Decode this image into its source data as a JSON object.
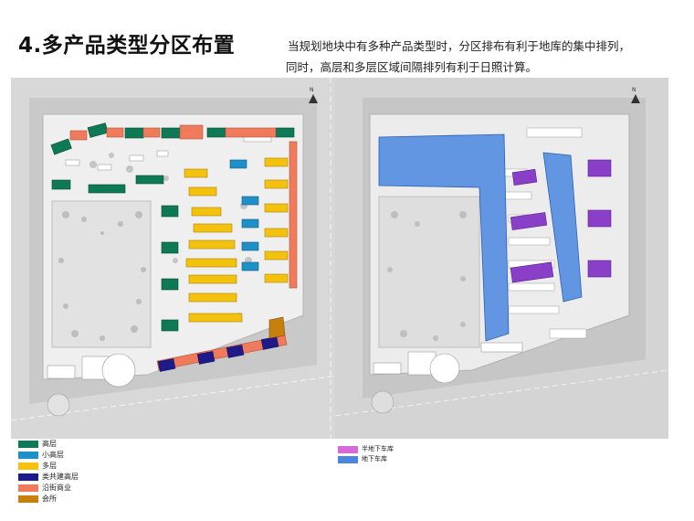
{
  "header": {
    "title": "4.多产品类型分区布置",
    "desc_line1": "当规划地块中有多种产品类型时，分区排布有利于地库的集中排列，",
    "desc_line2": "同时，高层和多层区域间隔排列有利于日照计算。"
  },
  "compass": {
    "north": "N"
  },
  "legend_left": [
    {
      "label": "高层",
      "color": "#0e7a55"
    },
    {
      "label": "小高层",
      "color": "#1e90c8"
    },
    {
      "label": "多层",
      "color": "#f4c10e"
    },
    {
      "label": "类共建高层",
      "color": "#1f1a8a"
    },
    {
      "label": "沿街商业",
      "color": "#f07a5c"
    },
    {
      "label": "会所",
      "color": "#c8800c"
    }
  ],
  "legend_right": [
    {
      "label": "半地下车库",
      "color": "#d56ad8"
    },
    {
      "label": "地下车库",
      "color": "#4a86e0"
    }
  ],
  "colors": {
    "road": "#cfcfcf",
    "site": "#f2f2f2",
    "park": "#dadada",
    "building_grey": "#ffffff",
    "high_rise": "#0e7a55",
    "mid_high": "#1e90c8",
    "multi_storey": "#f4c10e",
    "public_high": "#1f1a8a",
    "street_retail": "#f07a5c",
    "clubhouse": "#c8800c",
    "semi_basement": "#8a3fc8",
    "basement": "#4a86e0"
  }
}
